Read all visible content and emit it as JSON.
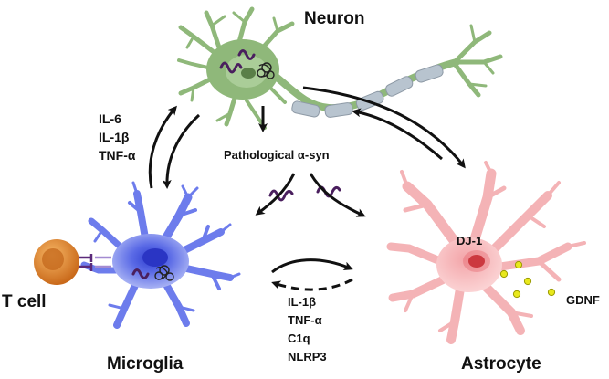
{
  "cells": {
    "neuron": "Neuron",
    "microglia": "Microglia",
    "astrocyte": "Astrocyte",
    "tcell": "T cell"
  },
  "center_label": "Pathological α-syn",
  "microglia_to_neuron_cytokines": [
    "IL-6",
    "IL-1β",
    "TNF-α"
  ],
  "microglia_to_astrocyte_factors": [
    "IL-1β",
    "TNF-α",
    "C1q",
    "NLRP3"
  ],
  "astrocyte_markers": {
    "nucleus_protein": "DJ-1",
    "secreted_factor": "GDNF"
  },
  "colors": {
    "neuron": "#8fb87a",
    "microglia": "#4f5fe0",
    "astrocyte": "#f4b3b6",
    "tcell": "#d9822b",
    "myelin": "#b8c4cf",
    "alpha_syn": "#4a1f5e",
    "gdnf_dots": "#e8e81c"
  }
}
